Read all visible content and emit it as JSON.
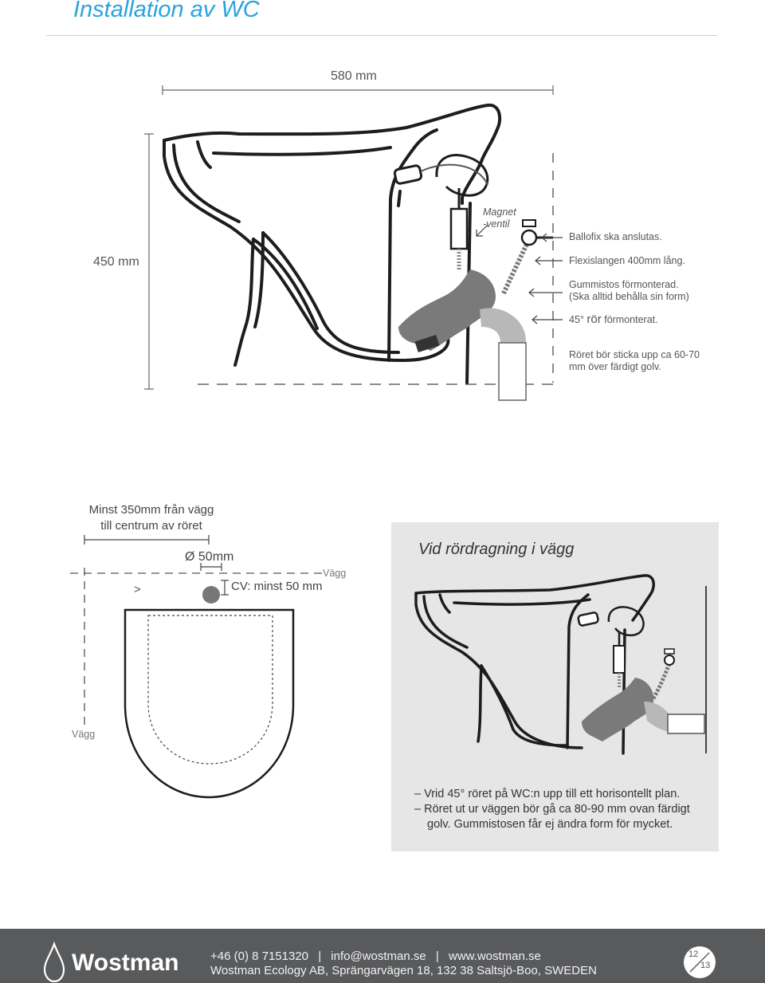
{
  "header": {
    "title": "Installation av WC"
  },
  "side_view": {
    "width_dim": "580 mm",
    "height_dim": "450 mm",
    "valve_label": [
      "Magnet",
      "-ventil"
    ],
    "callouts": {
      "ballofix": "Ballofix ska anslutas.",
      "flexislang": "Flexislangen 400mm lång.",
      "gummistos_1": "Gummistos förmonterad.",
      "gummistos_2": "(Ska alltid behålla sin form)",
      "ror_angle": "45°",
      "ror_word": "rör",
      "ror_rest": "förmonterat.",
      "roret_1": "Röret bör sticka upp ca 60-70",
      "roret_2": "mm över färdigt golv."
    }
  },
  "plan_view": {
    "distance_1": "Minst 350mm från vägg",
    "distance_2": "till centrum av röret",
    "diameter": "Ø 50mm",
    "cv": "CV: minst 50 mm",
    "wall_top": "Vägg",
    "wall_left": "Vägg",
    "arrow_mark": ">"
  },
  "wall_panel": {
    "title": "Vid rördragning i vägg",
    "notes": [
      "–  Vrid 45° röret på WC:n upp till ett horisontellt plan.",
      "–  Röret ut ur väggen bör gå ca 80-90 mm ovan färdigt",
      "golv. Gummistosen får ej ändra form för mycket."
    ]
  },
  "footer": {
    "brand": "Wostman",
    "phone": "+46 (0) 8 7151320",
    "email": "info@wostman.se",
    "web": "www.wostman.se",
    "separator": "|",
    "address": "Wostman Ecology AB, Sprängarvägen 18, 132 38 Saltsjö-Boo, SWEDEN",
    "page_a": "12",
    "page_b": "13"
  }
}
